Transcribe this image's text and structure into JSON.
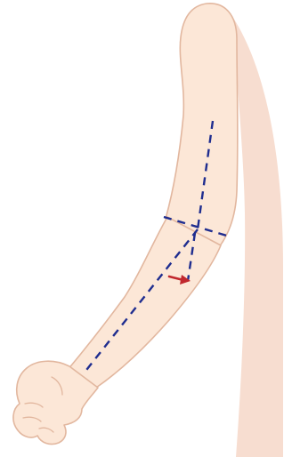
{
  "figure": {
    "subject": "arm",
    "colors": {
      "skin": "#FCE7D7",
      "skin_shade": "#F6D2BE",
      "outline": "#E2B79F",
      "shoulder_shadow": "#F7DDD0",
      "guide_line": "#1F2D8F",
      "arrow": "#C1272D"
    },
    "guide_lines": [
      {
        "id": "humerus-axis",
        "style": "dashed"
      },
      {
        "id": "forearm-axis",
        "style": "dashed"
      },
      {
        "id": "elbow-transverse-line",
        "style": "dashed"
      },
      {
        "id": "elbow-vertical-line",
        "style": "dashed"
      }
    ],
    "markers": [
      {
        "id": "direction-arrow",
        "icon": "arrow-right-icon"
      }
    ]
  }
}
